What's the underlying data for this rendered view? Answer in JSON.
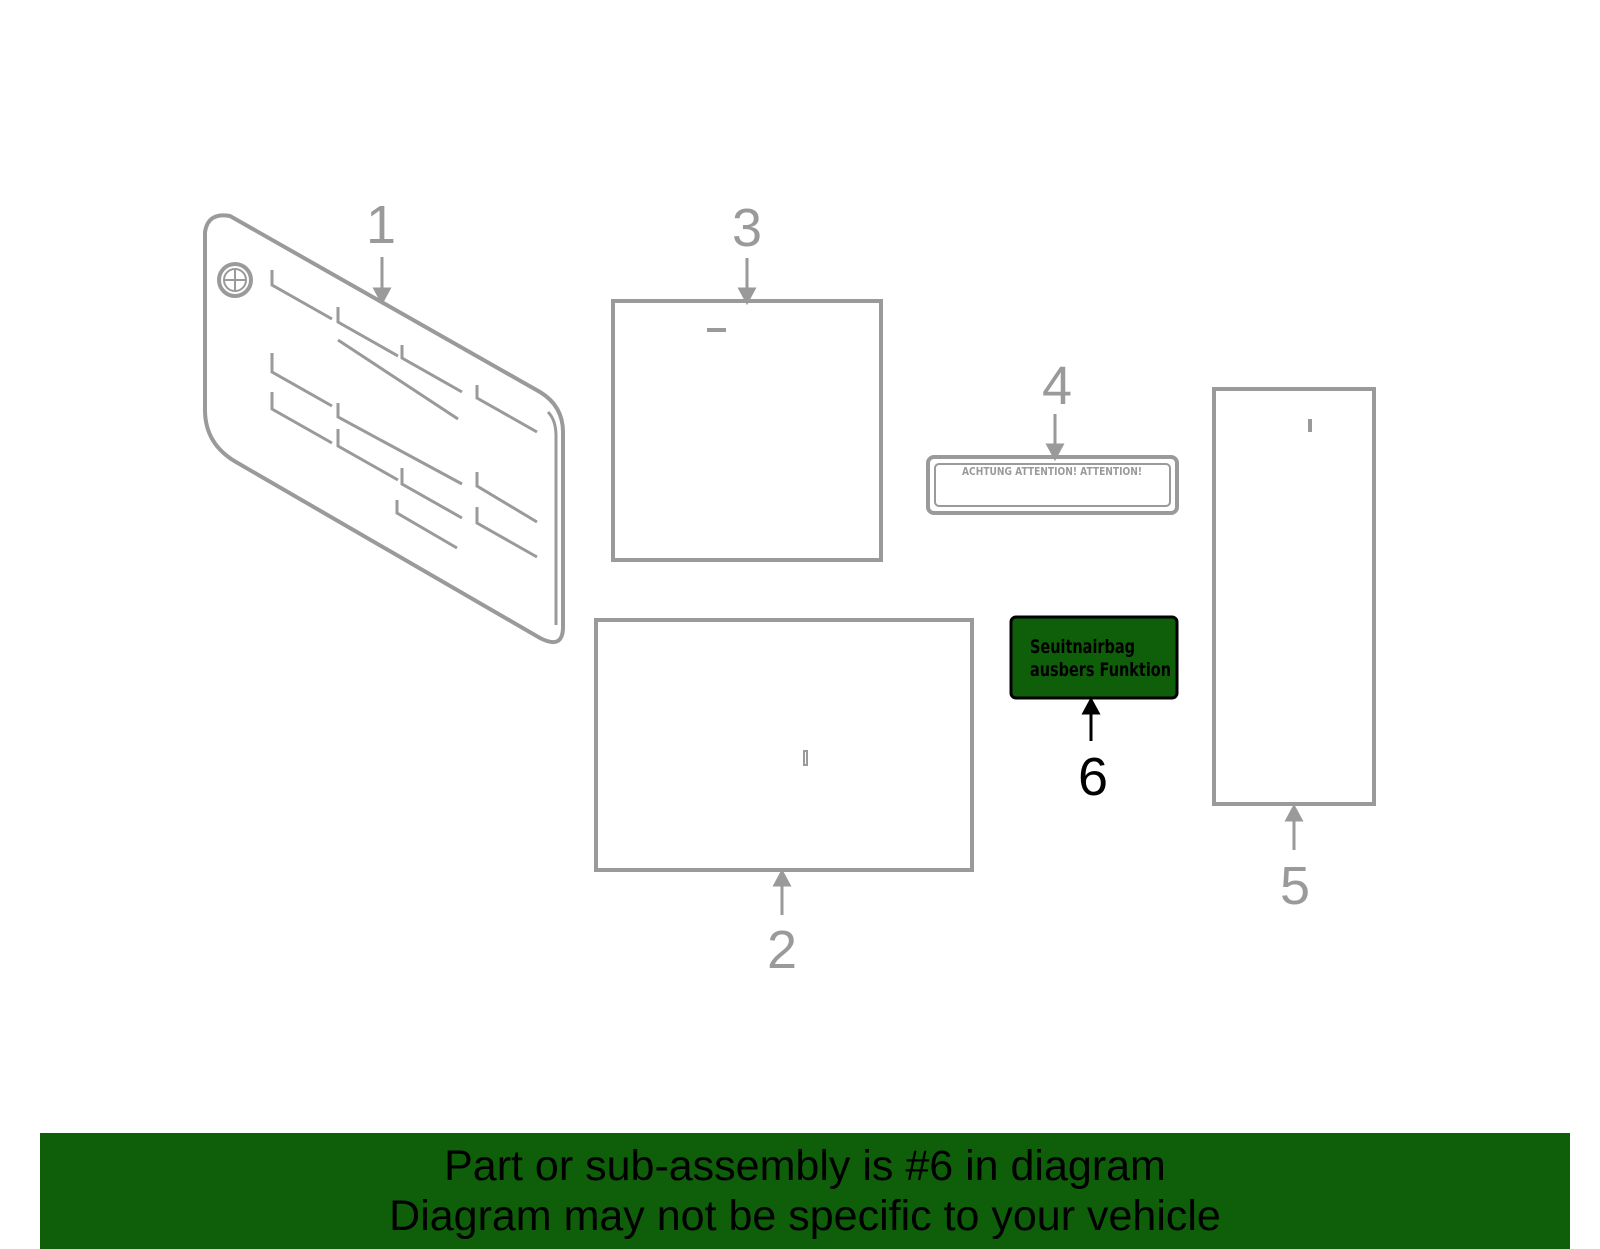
{
  "colors": {
    "outline": "#9a9a9a",
    "highlight_fill": "#0f5e0a",
    "highlight_text": "#000000",
    "footer_bg": "#0f5e0a"
  },
  "callouts": {
    "c1": "1",
    "c2": "2",
    "c3": "3",
    "c4": "4",
    "c5": "5",
    "c6": "6"
  },
  "parts": {
    "part4_text": "ACHTUNG ATTENTION! ATTENTION!",
    "part6_line1": "Seuitnairbag",
    "part6_line2": "ausbers Funktion"
  },
  "footer": {
    "line1": "Part or sub-assembly is #6 in diagram",
    "line2": "Diagram may not be specific to your vehicle"
  }
}
